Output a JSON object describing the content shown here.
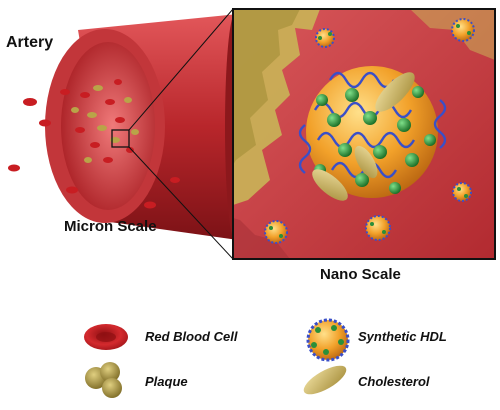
{
  "labels": {
    "artery": "Artery",
    "micron_scale": "Micron Scale",
    "nano_scale": "Nano Scale"
  },
  "legend": [
    {
      "label": "Red Blood Cell",
      "icon": "red-blood-cell-icon"
    },
    {
      "label": "Synthetic HDL",
      "icon": "synthetic-hdl-icon"
    },
    {
      "label": "Plaque",
      "icon": "plaque-icon"
    },
    {
      "label": "Cholesterol",
      "icon": "cholesterol-icon"
    }
  ],
  "colors": {
    "artery_wall": "#b8262b",
    "artery_inner": "#d9474b",
    "blood_cell": "#c81d22",
    "plaque": "#b9a448",
    "hdl_core": "#f2a12a",
    "hdl_ligand": "#2a8f3a",
    "hdl_chain": "#3a4fc8",
    "cholesterol": "#cdb66a",
    "panel_bg": "#c64046"
  }
}
